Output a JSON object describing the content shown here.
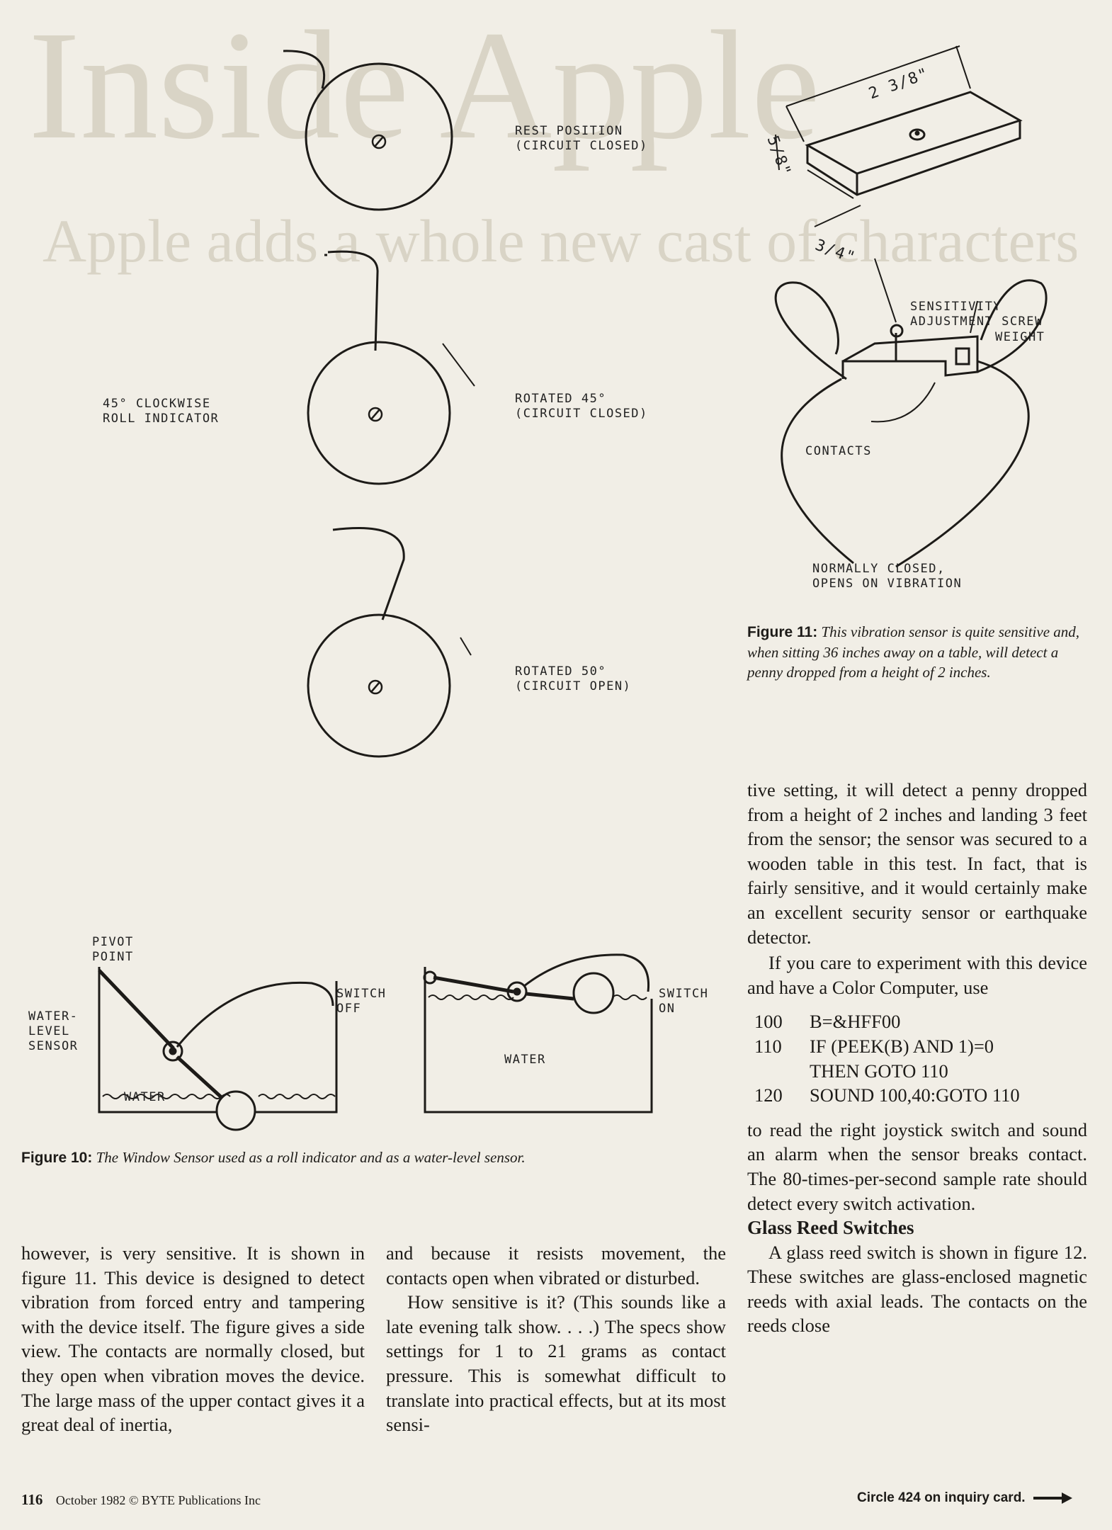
{
  "background_show_through": {
    "masthead": "Inside Apple",
    "headline": "Apple adds a whole new cast of characters."
  },
  "figure10": {
    "rest_label": "REST POSITION\n(CIRCUIT CLOSED)",
    "roll_indicator_label": "45° CLOCKWISE\nROLL INDICATOR",
    "rot45_label": "ROTATED 45°\n(CIRCUIT CLOSED)",
    "rot50_label": "ROTATED 50°\n(CIRCUIT OPEN)",
    "pivot_label": "PIVOT\nPOINT",
    "water_level_label": "WATER-\nLEVEL\nSENSOR",
    "switch_off_label": "SWITCH\nOFF",
    "switch_on_label": "SWITCH\nON",
    "water_left": "WATER",
    "water_right": "WATER",
    "caption_bold": "Figure 10:",
    "caption_text": "The Window Sensor used as a roll indicator and as a water-level sensor."
  },
  "figure11": {
    "dim_length": "2 3/8\"",
    "dim_height": "5/8\"",
    "dim_width": "3/4\"",
    "sensitivity_label": "SENSITIVITY\nADJUSTMENT SCREW",
    "weight_label": "WEIGHT",
    "contacts_label": "CONTACTS",
    "normally_label": "NORMALLY CLOSED,\nOPENS ON VIBRATION",
    "caption_bold": "Figure 11:",
    "caption_text": "This vibration sensor is quite sensitive and, when sitting 36 inches away on a table, will detect a penny dropped from a height of 2 inches."
  },
  "body": {
    "col1": "however, is very sensitive. It is shown in figure 11. This device is designed to detect vibration from forced entry and tampering with the device itself. The figure gives a side view. The contacts are normally closed, but they open when vibration moves the device. The large mass of the upper contact gives it a great deal of inertia,",
    "col2_p1": "and because it resists movement, the contacts open when vibrated or disturbed.",
    "col2_p2": "How sensitive is it? (This sounds like a late evening talk show. . . .) The specs show settings for 1 to 21 grams as contact pressure. This is somewhat difficult to translate into practical effects, but at its most sensi-",
    "col3_p1": "tive setting, it will detect a penny dropped from a height of 2 inches and landing 3 feet from the sensor; the sensor was secured to a wooden table in this test. In fact, that is fairly sensitive, and it would certainly make an excellent security sensor or earthquake detector.",
    "col3_p2": "If you care to experiment with this device and have a Color Computer, use",
    "code": [
      {
        "ln": "100",
        "text": "B=&HFF00"
      },
      {
        "ln": "110",
        "text": "IF (PEEK(B) AND 1)=0"
      },
      {
        "ln": "",
        "text": "THEN GOTO 110"
      },
      {
        "ln": "120",
        "text": "SOUND 100,40:GOTO 110"
      }
    ],
    "col3_p3": "to read the right joystick switch and sound an alarm when the sensor breaks contact. The 80-times-per-second sample rate should detect every switch activation.",
    "heading": "Glass Reed Switches",
    "col3_p4": "A glass reed switch is shown in figure 12. These switches are glass-enclosed magnetic reeds with axial leads. The contacts on the reeds close"
  },
  "footer": {
    "page_number": "116",
    "publication": "October 1982 © BYTE Publications Inc",
    "inquiry": "Circle 424 on inquiry card."
  }
}
